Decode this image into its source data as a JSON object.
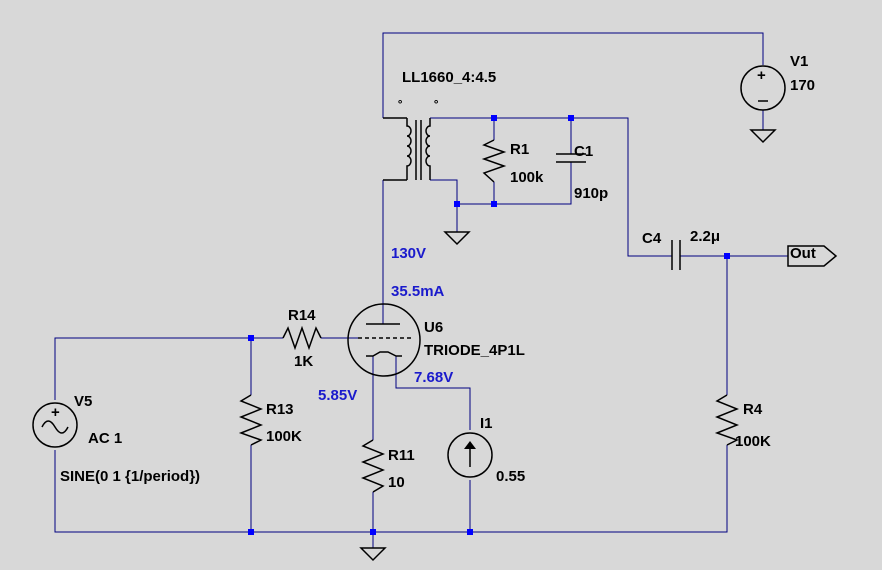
{
  "components": {
    "transformer": {
      "name": "LL1660_4:4.5"
    },
    "v1": {
      "name": "V1",
      "value": "170"
    },
    "r1": {
      "name": "R1",
      "value": "100k"
    },
    "c1": {
      "name": "C1",
      "value": "910p"
    },
    "c4": {
      "name": "C4",
      "value": "2.2μ"
    },
    "r14": {
      "name": "R14",
      "value": "1K"
    },
    "u6": {
      "name": "U6",
      "value": "TRIODE_4P1L"
    },
    "v5": {
      "name": "V5",
      "value": "AC 1",
      "spec": "SINE(0 1 {1/period})"
    },
    "r13": {
      "name": "R13",
      "value": "100K"
    },
    "r11": {
      "name": "R11",
      "value": "10"
    },
    "i1": {
      "name": "I1",
      "value": "0.55"
    },
    "r4": {
      "name": "R4",
      "value": "100K"
    }
  },
  "net_label": "Out",
  "annotations": {
    "plate_voltage": "130V",
    "plate_current": "35.5mA",
    "cathode_voltage": "5.85V",
    "filament_voltage": "7.68V"
  },
  "colors": {
    "background": "#d8d8d8",
    "wire": "#000080",
    "component": "#000000",
    "junction": "#0000ff",
    "annotation": "#1a1acc"
  }
}
